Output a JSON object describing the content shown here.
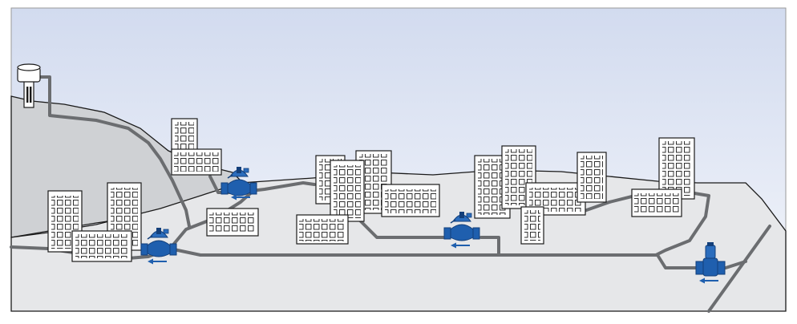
{
  "diagram": {
    "kind": "water-distribution-scene",
    "colors": {
      "sky_top": "#d2dbef",
      "sky_bottom": "#f4f6fb",
      "hill": "#cfd1d4",
      "ground": "#e6e7e9",
      "pipe": "#6b6d70",
      "outline": "#1a1a1a",
      "building_fill": "#ffffff",
      "valve_blue": "#1f5fae",
      "valve_dark": "#133f7a",
      "arrow_blue": "#1f5fae"
    },
    "icons": {
      "water_tower": "water-tower-icon",
      "control_valve": "control-valve-icon",
      "pump": "pump-icon",
      "flow_arrow": "flow-arrow-icon",
      "building": "building-icon"
    },
    "components": {
      "water_towers": 1,
      "control_valves": 3,
      "pumps": 1,
      "flow_arrows": 4
    }
  }
}
